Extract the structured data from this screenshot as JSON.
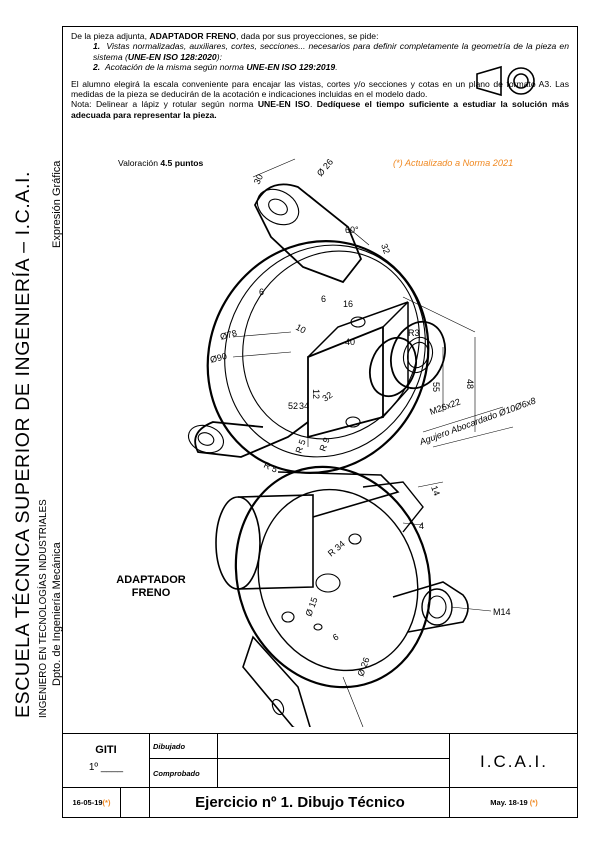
{
  "sidebar": {
    "school": "ESCUELA TÉCNICA SUPERIOR DE INGENIERÍA – I.C.A.I.",
    "degree": "INGENIERO EN TECNOLOGÍAS INDUSTRIALES",
    "department": "Dpto. de Ingeniería Mecánica",
    "area": "Expresión Gráfica"
  },
  "statement": {
    "intro_a": "De la pieza adjunta, ",
    "intro_b": "ADAPTADOR FRENO",
    "intro_c": ", dada por sus proyecciones, se pide:",
    "item1_num": "1.",
    "item1_a": "Vistas normalizadas, auxiliares, cortes, secciones... necesarios para definir completamente la geometría de la pieza en sistema (",
    "item1_b": "UNE-EN ISO 128:2020",
    "item1_c": "):",
    "item2_num": "2.",
    "item2_a": "Acotación de la misma según norma ",
    "item2_b": "UNE-EN ISO 129:2019",
    "item2_c": ".",
    "para2": "El alumno elegirá la escala conveniente para encajar las vistas, cortes y/o secciones y cotas en un plano de formato A3. Las medidas de la pieza se deducirán de la acotación e indicaciones incluidas en el modelo dado.",
    "note_a": "Nota: Delinear a lápiz y rotular según norma ",
    "note_b": "UNE-EN ISO",
    "note_c": ". ",
    "note_d": "Dedíquese el tiempo suficiente a estudiar la solución más adecuada para representar la pieza.",
    "valoracion_a": "Valoración ",
    "valoracion_b": "4.5 puntos",
    "updated": "(*) Actualizado a Norma 2021"
  },
  "part_name": [
    "ADAPTADOR",
    "FRENO"
  ],
  "dimensions": {
    "d26_top": "Ø 26",
    "d30": "30",
    "a60": "60°",
    "d32": "32",
    "d6_left": "6",
    "d6": "6",
    "d16": "16",
    "d10": "10",
    "d78": "Ø78",
    "d90": "Ø90",
    "d40": "40",
    "r3": "R3",
    "d55": "55",
    "d48": "48",
    "d52": "52",
    "d34": "34",
    "d12": "12",
    "d32b": "32",
    "m26": "M26x22",
    "agujero": "Agujero Abocardado Ø10Ø6x8",
    "r5a": "R 5",
    "r5b": "R 5",
    "r9": "R 9",
    "d14": "14",
    "d4": "4",
    "r34": "R 34",
    "d15": "Ø 15",
    "d6b": "6",
    "m14": "M14",
    "d26_bot": "Ø 26"
  },
  "titleblock": {
    "gitil": "GITI",
    "course": "1º ____",
    "dibujado": "Dibujado",
    "comprobado": "Comprobado",
    "school_abbr": "I.C.A.I.",
    "date": "16-05-19",
    "date_mark": "(*)",
    "exercise": "Ejercicio nº 1. Dibujo Técnico",
    "period": "May. 18-19",
    "period_mark": "(*)"
  },
  "colors": {
    "accent_orange": "#f08a24"
  }
}
